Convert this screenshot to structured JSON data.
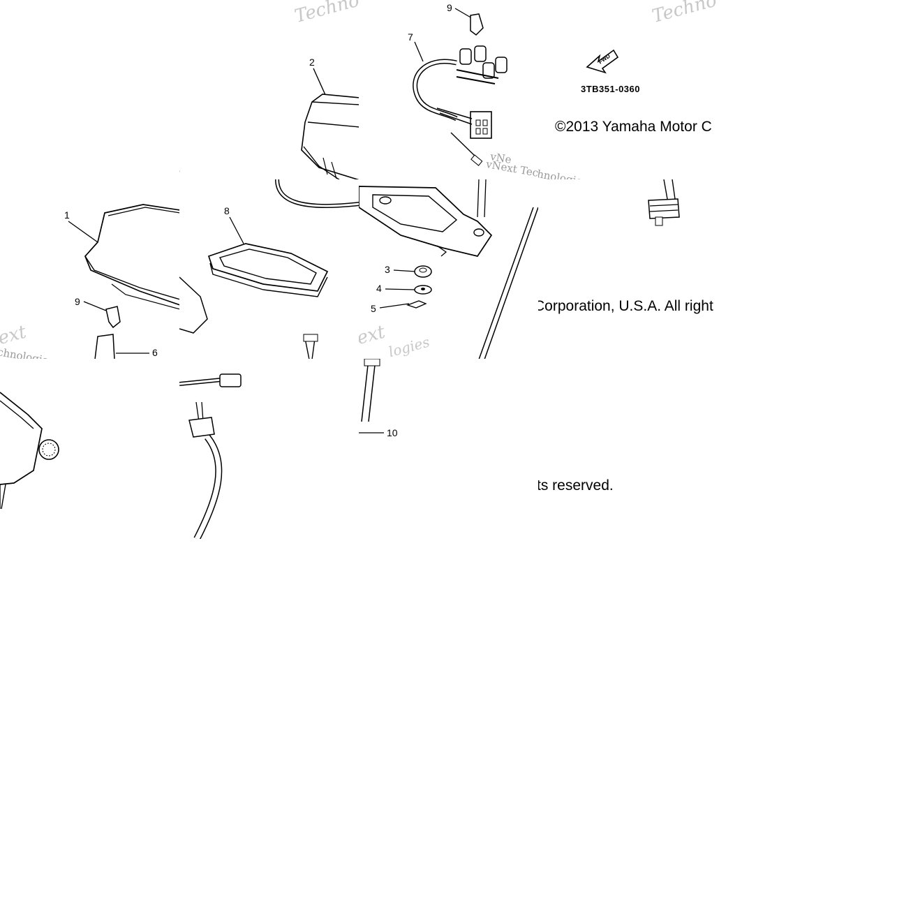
{
  "diagram": {
    "code": "3TB351-0360",
    "fwd_label": "FWD",
    "copyright": {
      "line1": "©2013 Yamaha Motor C",
      "line2": "Corporation, U.S.A. All right",
      "line3": "ts reserved."
    },
    "watermarks": {
      "techno": "Techno",
      "vnext_tec": "vNext Tec",
      "vnext": "vNext",
      "vne": "vNe",
      "ogies": "ologies",
      "chnologies": "chnologies",
      "hnologies": "hnologies",
      "next": "ext",
      "logies": "logies",
      "technologies_big": "Technologies"
    },
    "callouts": [
      "1",
      "2",
      "3",
      "4",
      "5",
      "6",
      "7",
      "8",
      "9",
      "10"
    ]
  }
}
